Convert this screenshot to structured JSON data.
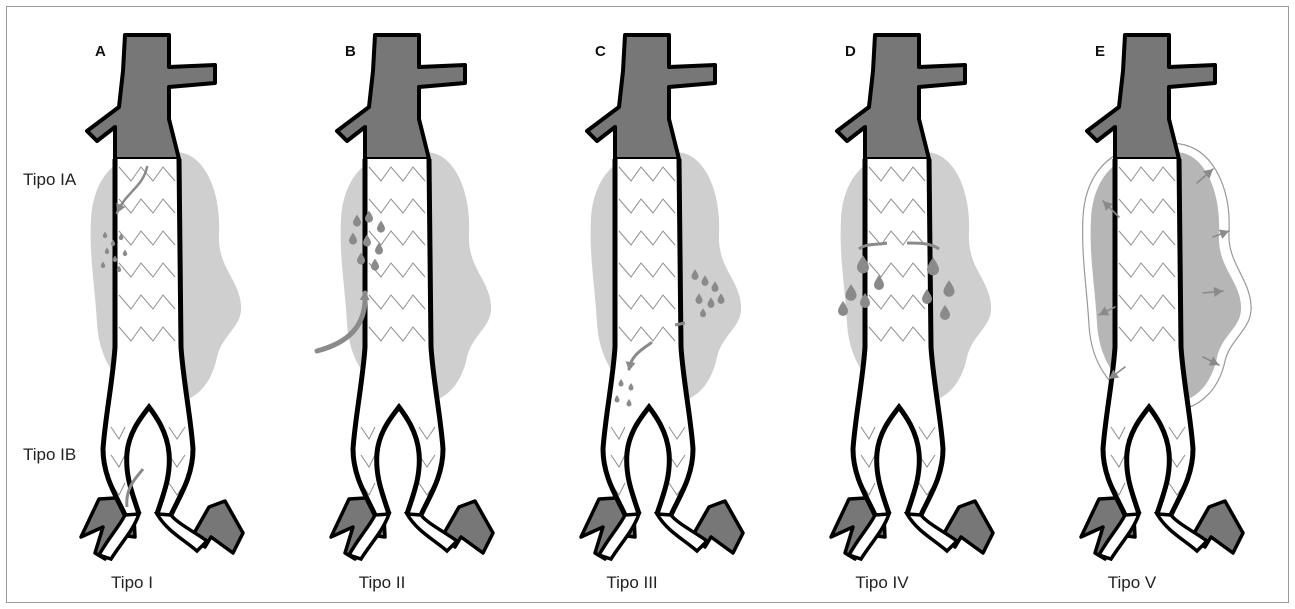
{
  "panels": [
    {
      "letter": "A",
      "caption": "Tipo I"
    },
    {
      "letter": "B",
      "caption": "Tipo II"
    },
    {
      "letter": "C",
      "caption": "Tipo III"
    },
    {
      "letter": "D",
      "caption": "Tipo IV"
    },
    {
      "letter": "E",
      "caption": "Tipo V"
    }
  ],
  "side_labels": {
    "ia": "Tipo IA",
    "ib": "Tipo IB"
  },
  "colors": {
    "vessel_wall": "#000000",
    "vessel_fill": "#ffffff",
    "aorta_fill": "#777777",
    "aneurysm_sac": "#cfcfcf",
    "aneurysm_sac_dark": "#b6b6b6",
    "leak": "#8a8a8a",
    "stent": "#8c8c8c"
  }
}
